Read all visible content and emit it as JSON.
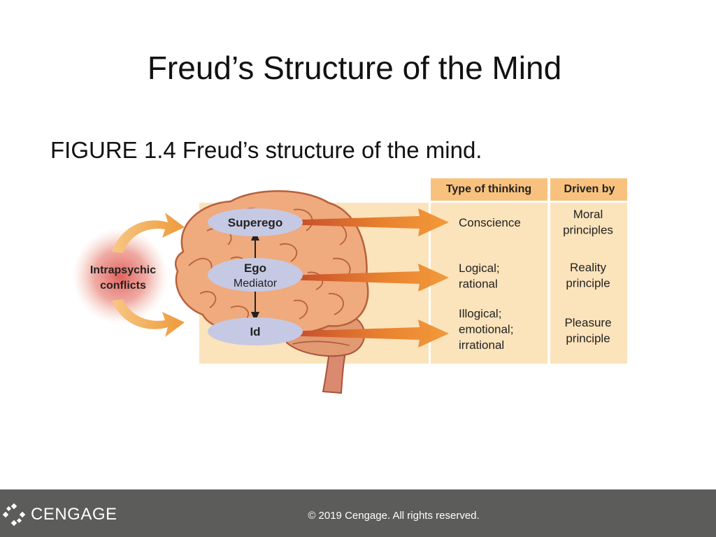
{
  "slide": {
    "title": "Freud’s Structure of the Mind",
    "caption": "FIGURE 1.4  Freud’s structure of the mind."
  },
  "figure": {
    "columns": {
      "type_of_thinking": "Type of thinking",
      "driven_by": "Driven by"
    },
    "conflicts_label": [
      "Intrapsychic",
      "conflicts"
    ],
    "levels": [
      {
        "name": "Superego",
        "role": "",
        "thinking": [
          "Conscience"
        ],
        "driven": [
          "Moral",
          "principles"
        ]
      },
      {
        "name": "Ego",
        "role": "Mediator",
        "thinking": [
          "Logical;",
          "rational"
        ],
        "driven": [
          "Reality",
          "principle"
        ]
      },
      {
        "name": "Id",
        "role": "",
        "thinking": [
          "Illogical;",
          "emotional;",
          "irrational"
        ],
        "driven": [
          "Pleasure",
          "principle"
        ]
      }
    ]
  },
  "footer": {
    "brand": "CENGAGE",
    "copyright": "© 2019 Cengage. All rights reserved."
  },
  "colors": {
    "panel": "#fbe3bb",
    "header": "#f8c27e",
    "ellipse": "#c6c9e3",
    "brain": "#efaa7e",
    "brain_stroke": "#b8603a",
    "arrow": "#ec8a3a",
    "conflict_glow": "#e36e66",
    "footer": "#5c5c5a"
  }
}
